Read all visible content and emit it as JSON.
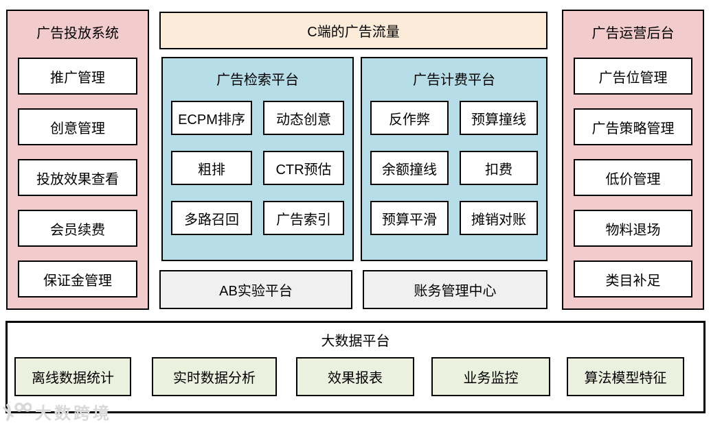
{
  "delivery_system": {
    "title": "广告投放系统",
    "items": [
      "推广管理",
      "创意管理",
      "投放效果查看",
      "会员续费",
      "保证金管理"
    ]
  },
  "traffic_banner": {
    "label": "C端的广告流量"
  },
  "retrieval_platform": {
    "title": "广告检索平台",
    "items": [
      "ECPM排序",
      "动态创意",
      "粗排",
      "CTR预估",
      "多路召回",
      "广告索引"
    ]
  },
  "billing_platform": {
    "title": "广告计费平台",
    "items": [
      "反作弊",
      "预算撞线",
      "余额撞线",
      "扣费",
      "预算平滑",
      "摊销对账"
    ]
  },
  "ab_platform": {
    "label": "AB实验平台"
  },
  "finance_center": {
    "label": "账务管理中心"
  },
  "operations_backend": {
    "title": "广告运营后台",
    "items": [
      "广告位管理",
      "广告策略管理",
      "低价管理",
      "物料退场",
      "类目补足"
    ]
  },
  "bigdata_platform": {
    "title": "大数据平台",
    "items": [
      "离线数据统计",
      "实时数据分析",
      "效果报表",
      "业务监控",
      "算法模型特征"
    ]
  },
  "watermark": {
    "text": "大数跨境"
  },
  "colors": {
    "pink": "#F2CBCD",
    "cream": "#FDEBD9",
    "blue": "#B7DDE8",
    "gray": "#F0F0F0",
    "green": "#EBF1DE",
    "border": "#000000",
    "watermark": "#D9D9D9"
  }
}
